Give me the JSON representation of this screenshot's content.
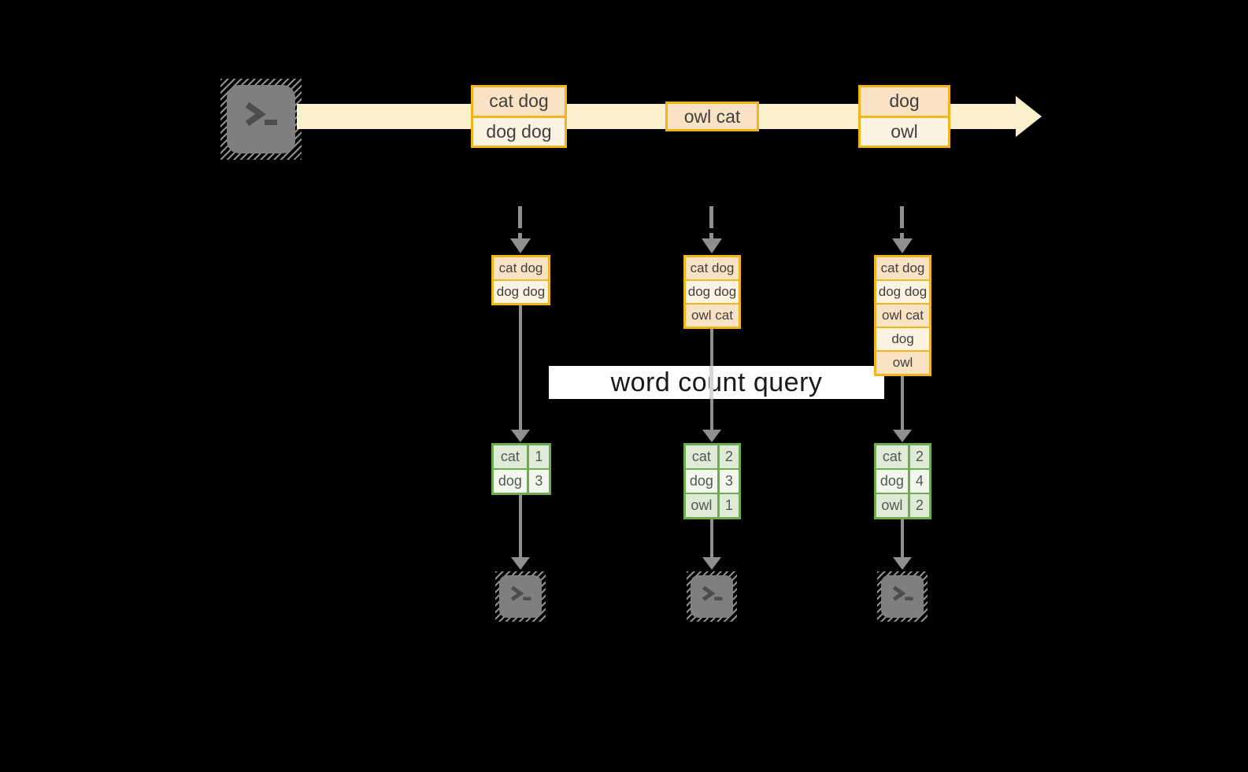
{
  "banner": {
    "label": "word count query"
  },
  "stream": {
    "batch1": {
      "line1": "cat dog",
      "line2": "dog dog"
    },
    "batch2": {
      "line1": "owl cat"
    },
    "batch3": {
      "line1": "dog",
      "line2": "owl"
    }
  },
  "columns": [
    {
      "buffer": [
        "cat dog",
        "dog dog"
      ],
      "counts": [
        {
          "word": "cat",
          "count": "1"
        },
        {
          "word": "dog",
          "count": "3"
        }
      ]
    },
    {
      "buffer": [
        "cat dog",
        "dog dog",
        "owl cat"
      ],
      "counts": [
        {
          "word": "cat",
          "count": "2"
        },
        {
          "word": "dog",
          "count": "3"
        },
        {
          "word": "owl",
          "count": "1"
        }
      ]
    },
    {
      "buffer": [
        "cat dog",
        "dog dog",
        "owl cat",
        "dog",
        "owl"
      ],
      "counts": [
        {
          "word": "cat",
          "count": "2"
        },
        {
          "word": "dog",
          "count": "4"
        },
        {
          "word": "owl",
          "count": "2"
        }
      ]
    }
  ],
  "icons": {
    "source": "terminal-icon",
    "sinks": [
      "terminal-icon",
      "terminal-icon",
      "terminal-icon"
    ],
    "stream_arrow": "arrow-right",
    "flow_arrows": "arrow-down"
  },
  "colors": {
    "background": "#000000",
    "stream_fill": "#FBF0CE",
    "record_border": "#F0B41C",
    "record_dark": "#FAE3C5",
    "record_light": "#FDF3E2",
    "table_border": "#6FAB4F",
    "table_dark": "#DFEBD6",
    "table_light": "#F2F7EE",
    "arrow_gray": "#8f8f8f",
    "terminal_gray": "#7f7f7f",
    "banner_bg": "#ffffff",
    "text_dark": "#3F3F3F"
  }
}
